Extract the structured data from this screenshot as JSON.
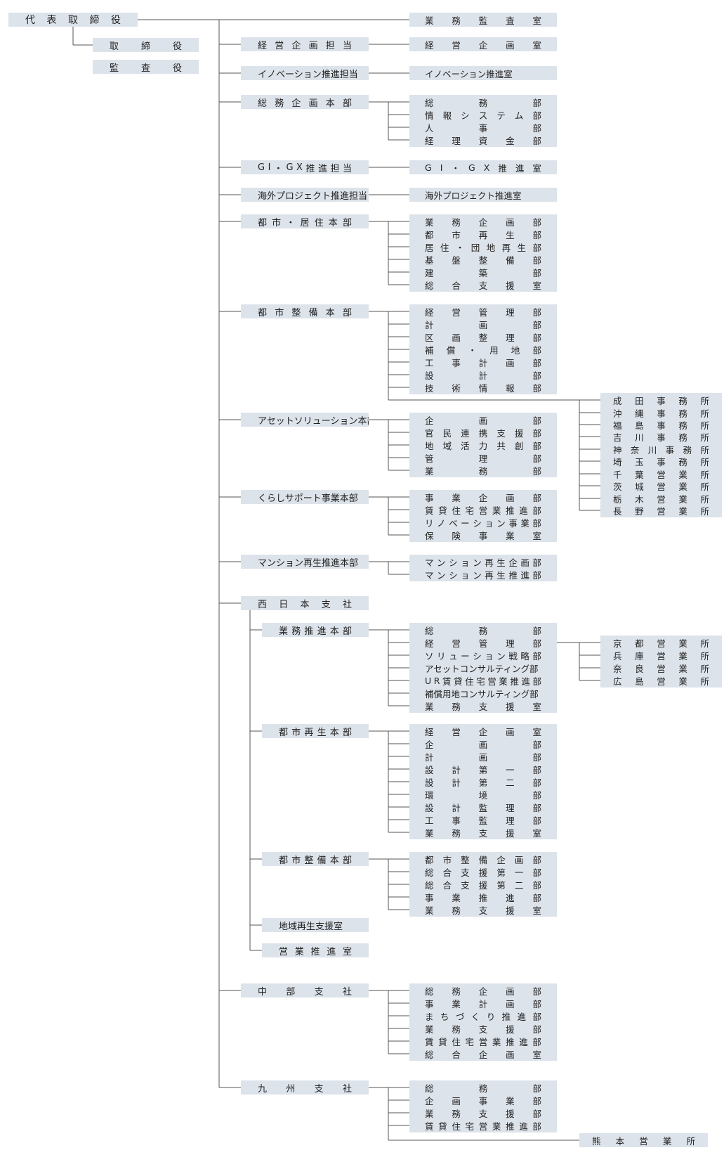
{
  "colors": {
    "box_fill": "#dde3ea",
    "line": "#555555",
    "text": "#222222",
    "background": "#ffffff"
  },
  "nodes": [
    {
      "id": "root",
      "text": "代表取締役"
    },
    {
      "id": "torishimari",
      "text": "取締役"
    },
    {
      "id": "kansa",
      "text": "監査役"
    },
    {
      "id": "gyomukansa",
      "text": "業務監査室"
    },
    {
      "id": "keiei_tanto",
      "text": "経営企画担当"
    },
    {
      "id": "keiei_shitsu",
      "text": "経営企画室"
    },
    {
      "id": "innov_tanto",
      "text": "イノベーション推進担当"
    },
    {
      "id": "innov_shitsu",
      "text": "イノベーション推進室"
    },
    {
      "id": "somu_honbu",
      "text": "総務企画本部"
    },
    {
      "id": "sh_1",
      "text": "総務部"
    },
    {
      "id": "sh_2",
      "text": "情報システム部"
    },
    {
      "id": "sh_3",
      "text": "人事部"
    },
    {
      "id": "sh_4",
      "text": "経理資金部"
    },
    {
      "id": "gigx_tanto",
      "text": "GI・GX推進担当"
    },
    {
      "id": "gigx_shitsu",
      "text": "GI・GX推進室"
    },
    {
      "id": "kaigai_tanto",
      "text": "海外プロジェクト推進担当"
    },
    {
      "id": "kaigai_shitsu",
      "text": "海外プロジェクト推進室"
    },
    {
      "id": "toshi_kyoju",
      "text": "都市・居住本部"
    },
    {
      "id": "tk_1",
      "text": "業務企画部"
    },
    {
      "id": "tk_2",
      "text": "都市再生部"
    },
    {
      "id": "tk_3",
      "text": "居住・団地再生部"
    },
    {
      "id": "tk_4",
      "text": "基盤整備部"
    },
    {
      "id": "tk_5",
      "text": "建築部"
    },
    {
      "id": "tk_6",
      "text": "総合支援室"
    },
    {
      "id": "toshi_seibi",
      "text": "都市整備本部"
    },
    {
      "id": "ts_1",
      "text": "経営管理部"
    },
    {
      "id": "ts_2",
      "text": "計画部"
    },
    {
      "id": "ts_3",
      "text": "区画整理部"
    },
    {
      "id": "ts_4",
      "text": "補償・用地部"
    },
    {
      "id": "ts_5",
      "text": "工事計画部"
    },
    {
      "id": "ts_6",
      "text": "設計部"
    },
    {
      "id": "ts_7",
      "text": "技術情報部"
    },
    {
      "id": "of_1",
      "text": "成田事務所"
    },
    {
      "id": "of_2",
      "text": "沖縄事務所"
    },
    {
      "id": "of_3",
      "text": "福島事務所"
    },
    {
      "id": "of_4",
      "text": "吉川事務所"
    },
    {
      "id": "of_5",
      "text": "神奈川事務所"
    },
    {
      "id": "of_6",
      "text": "埼玉事務所"
    },
    {
      "id": "of_7",
      "text": "千葉営業所"
    },
    {
      "id": "of_8",
      "text": "茨城営業所"
    },
    {
      "id": "of_9",
      "text": "栃木営業所"
    },
    {
      "id": "of_10",
      "text": "長野営業所"
    },
    {
      "id": "asset",
      "text": "アセットソリューション本部"
    },
    {
      "id": "as_1",
      "text": "企画部"
    },
    {
      "id": "as_2",
      "text": "官民連携支援部"
    },
    {
      "id": "as_3",
      "text": "地域活力共創部"
    },
    {
      "id": "as_4",
      "text": "管理部"
    },
    {
      "id": "as_5",
      "text": "業務部"
    },
    {
      "id": "kurashi",
      "text": "くらしサポート事業本部"
    },
    {
      "id": "ku_1",
      "text": "事業企画部"
    },
    {
      "id": "ku_2",
      "text": "賃貸住宅営業推進部"
    },
    {
      "id": "ku_3",
      "text": "リノベーション事業部"
    },
    {
      "id": "ku_4",
      "text": "保険事業室"
    },
    {
      "id": "mansion",
      "text": "マンション再生推進本部"
    },
    {
      "id": "ma_1",
      "text": "マンション再生企画部"
    },
    {
      "id": "ma_2",
      "text": "マンション再生推進部"
    },
    {
      "id": "nishi",
      "text": "西日本支社"
    },
    {
      "id": "nishi_gyomu",
      "text": "業務推進本部"
    },
    {
      "id": "ng_1",
      "text": "総務部"
    },
    {
      "id": "ng_2",
      "text": "経営管理部"
    },
    {
      "id": "ng_3",
      "text": "ソリューション戦略部"
    },
    {
      "id": "ng_4",
      "text": "アセットコンサルティング部"
    },
    {
      "id": "ng_5",
      "text": "UR賃貸住宅営業推進部"
    },
    {
      "id": "ng_6",
      "text": "補償用地コンサルティング部"
    },
    {
      "id": "ng_7",
      "text": "業務支援室"
    },
    {
      "id": "ws_1",
      "text": "京都営業所"
    },
    {
      "id": "ws_2",
      "text": "兵庫営業所"
    },
    {
      "id": "ws_3",
      "text": "奈良営業所"
    },
    {
      "id": "ws_4",
      "text": "広島営業所"
    },
    {
      "id": "nishi_saisei",
      "text": "都市再生本部"
    },
    {
      "id": "nsa_1",
      "text": "経営企画室"
    },
    {
      "id": "nsa_2",
      "text": "企画部"
    },
    {
      "id": "nsa_3",
      "text": "計画部"
    },
    {
      "id": "nsa_4",
      "text": "設計第一部"
    },
    {
      "id": "nsa_5",
      "text": "設計第二部"
    },
    {
      "id": "nsa_6",
      "text": "環境部"
    },
    {
      "id": "nsa_7",
      "text": "設計監理部"
    },
    {
      "id": "nsa_8",
      "text": "工事監理部"
    },
    {
      "id": "nsa_9",
      "text": "業務支援室"
    },
    {
      "id": "nishi_seibi",
      "text": "都市整備本部"
    },
    {
      "id": "nse_1",
      "text": "都市整備企画部"
    },
    {
      "id": "nse_2",
      "text": "総合支援第一部"
    },
    {
      "id": "nse_3",
      "text": "総合支援第二部"
    },
    {
      "id": "nse_4",
      "text": "事業推進部"
    },
    {
      "id": "nse_5",
      "text": "業務支援室"
    },
    {
      "id": "nishi_chiiki",
      "text": "地域再生支援室"
    },
    {
      "id": "nishi_eigyo",
      "text": "営業推進室"
    },
    {
      "id": "chubu",
      "text": "中部支社"
    },
    {
      "id": "cb_1",
      "text": "総務企画部"
    },
    {
      "id": "cb_2",
      "text": "事業計画部"
    },
    {
      "id": "cb_3",
      "text": "まちづくり推進部"
    },
    {
      "id": "cb_4",
      "text": "業務支援部"
    },
    {
      "id": "cb_5",
      "text": "賃貸住宅営業推進部"
    },
    {
      "id": "cb_6",
      "text": "総合企画室"
    },
    {
      "id": "kyushu",
      "text": "九州支社"
    },
    {
      "id": "ky_1",
      "text": "総務部"
    },
    {
      "id": "ky_2",
      "text": "企画事業部"
    },
    {
      "id": "ky_3",
      "text": "業務支援部"
    },
    {
      "id": "ky_4",
      "text": "賃貸住宅営業推進部"
    },
    {
      "id": "kumamoto",
      "text": "熊本営業所"
    }
  ]
}
